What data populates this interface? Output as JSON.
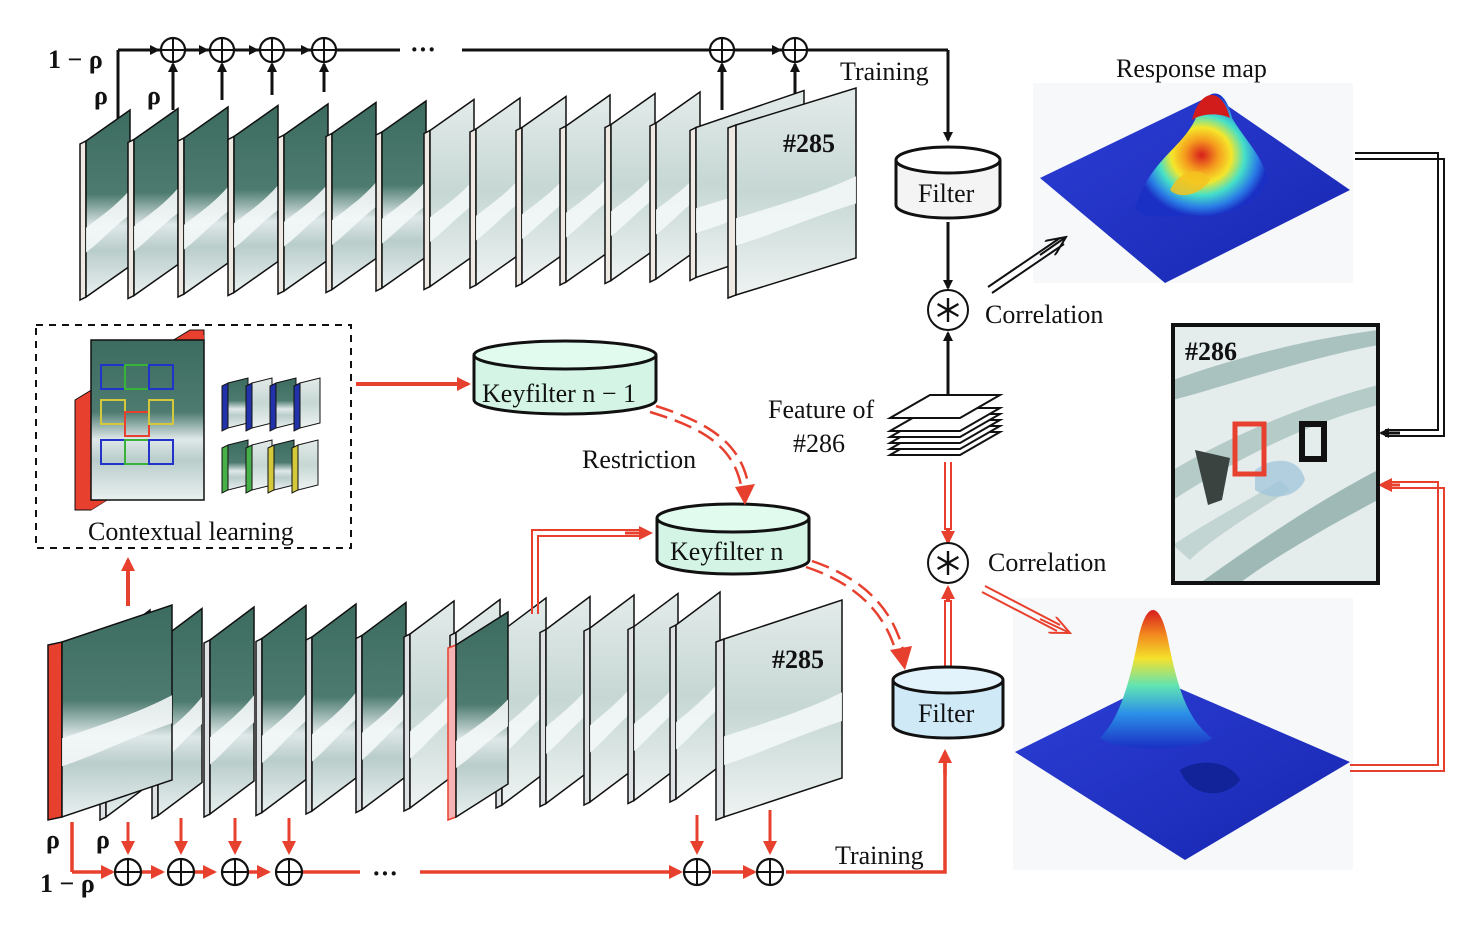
{
  "labels": {
    "one_minus_rho": "1 − ρ",
    "rho": "ρ",
    "dots": "···",
    "training": "Training",
    "frame_id": "#285",
    "filter": "Filter",
    "correlation": "Correlation",
    "response_map": "Response map",
    "target_frame_id": "#286",
    "contextual_learning": "Contextual learning",
    "keyfilter_prev": "Keyfilter n − 1",
    "keyfilter_curr": "Keyfilter n",
    "restriction": "Restriction",
    "feature_of": "Feature of",
    "feature_frame": "#286"
  },
  "colors": {
    "baseline_path": "#111111",
    "proposed_path": "#e8402e",
    "keyfilter_fill": "#d4f5e6",
    "filter_fill_top": "#f2f2f2",
    "filter_fill_bottom": "#cfe9f7",
    "sea": "#3e6e62",
    "foam": "#e8eff0",
    "response_base": "#1a2fc4"
  }
}
